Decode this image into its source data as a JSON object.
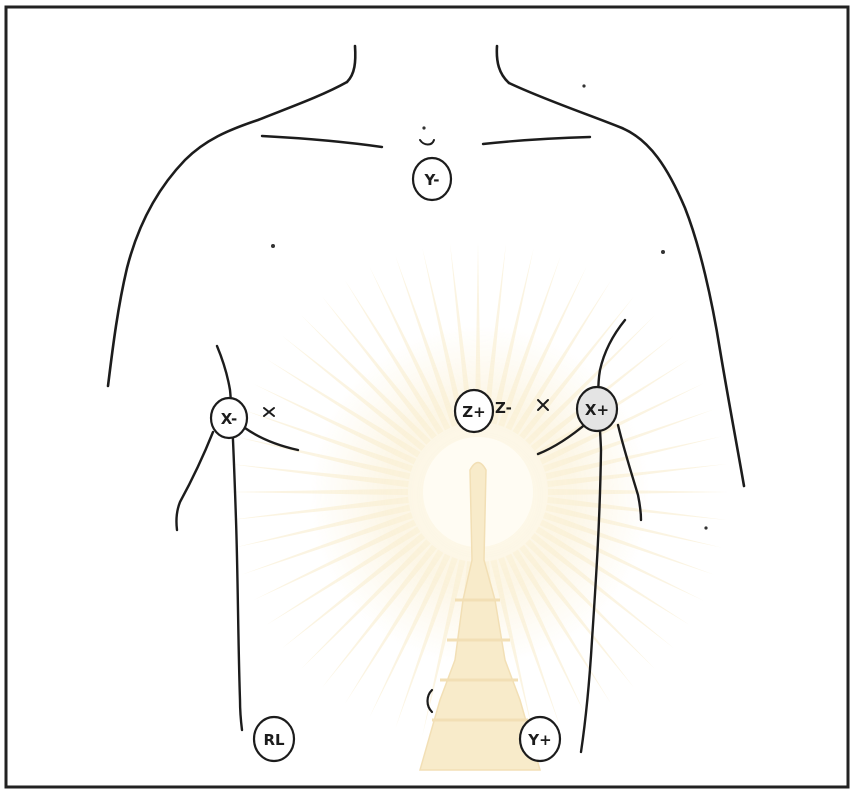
{
  "electrodes": {
    "y_minus": {
      "label": "Y-"
    },
    "x_minus": {
      "label": "X-"
    },
    "z_plus": {
      "label": "Z+"
    },
    "z_minus": {
      "label": "Z-"
    },
    "x_plus": {
      "label": "X+"
    },
    "rl": {
      "label": "RL"
    },
    "y_plus": {
      "label": "Y+"
    }
  },
  "watermark": {
    "color": "#f3dca0"
  }
}
